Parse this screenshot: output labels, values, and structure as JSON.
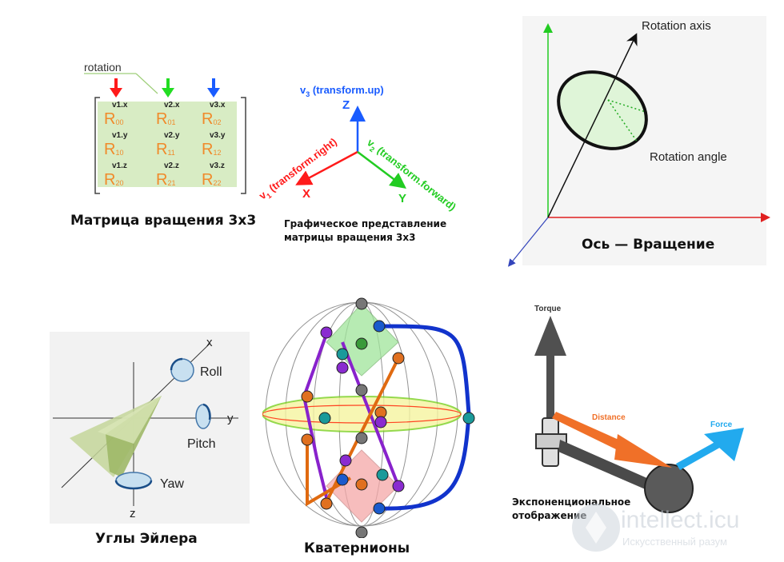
{
  "panels": {
    "matrix": {
      "caption": "Матрица вращения 3x3",
      "rotation_label": "rotation",
      "col_labels": [
        [
          "v1.x",
          "v2.x",
          "v3.x"
        ],
        [
          "v1.y",
          "v2.y",
          "v3.y"
        ],
        [
          "v1.z",
          "v2.z",
          "v3.z"
        ]
      ],
      "cells": [
        [
          "00",
          "01",
          "02"
        ],
        [
          "10",
          "11",
          "12"
        ],
        [
          "20",
          "21",
          "22"
        ]
      ],
      "cell_letter": "R",
      "arrow_colors": [
        "#ff1a1a",
        "#22dd22",
        "#1a5cff"
      ]
    },
    "graphic": {
      "caption_line1": "Графическое представление",
      "caption_line2": "матрицы вращения 3x3",
      "z_label": "Z",
      "x_label": "X",
      "y_label": "Y",
      "v3_label": "v",
      "v3_sub": "3",
      "v3_text": " (transform.up)",
      "v1_label": "v",
      "v1_sub": "1",
      "v1_text": " (transform.right)",
      "v2_label": "v",
      "v2_sub": "2",
      "v2_text": " (transform.forward)"
    },
    "axis_angle": {
      "caption": "Ось — Вращение",
      "axis_label": "Rotation axis",
      "angle_label": "Rotation angle"
    },
    "euler": {
      "caption": "Углы Эйлера",
      "x_label": "x",
      "y_label": "y",
      "z_label": "z",
      "roll": "Roll",
      "pitch": "Pitch",
      "yaw": "Yaw"
    },
    "quaternions": {
      "caption": "Кватернионы"
    },
    "exp_map": {
      "caption_line1": "Экспоненциональное",
      "caption_line2": "отображение",
      "torque": "Torque",
      "distance": "Distance",
      "force": "Force"
    }
  },
  "watermark": {
    "title": "intellect.icu",
    "subtitle": "Искусственный разум"
  }
}
